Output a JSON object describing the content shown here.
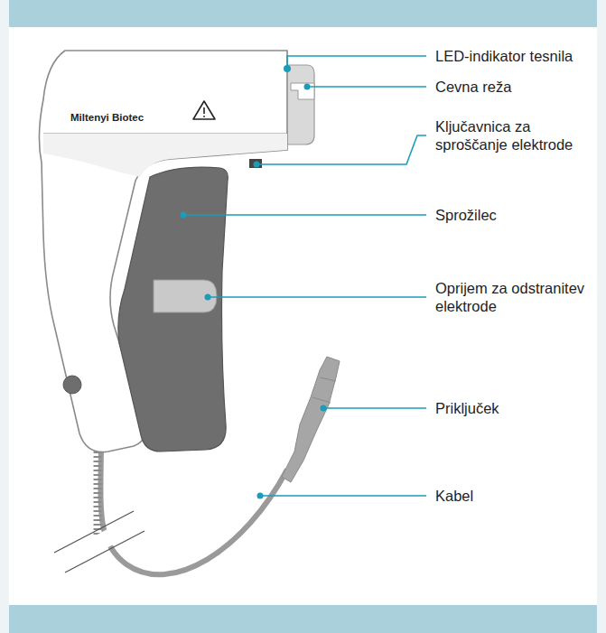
{
  "diagram": {
    "labels": [
      "Miltenyi Biotec",
      "LED-indikator tesnila",
      "Cevna reža",
      "Ključavnica za sproščanje elektrode",
      "Sprožilec",
      "Oprijem za odstranitev elektrode",
      "Priključek",
      "Kabel"
    ]
  }
}
